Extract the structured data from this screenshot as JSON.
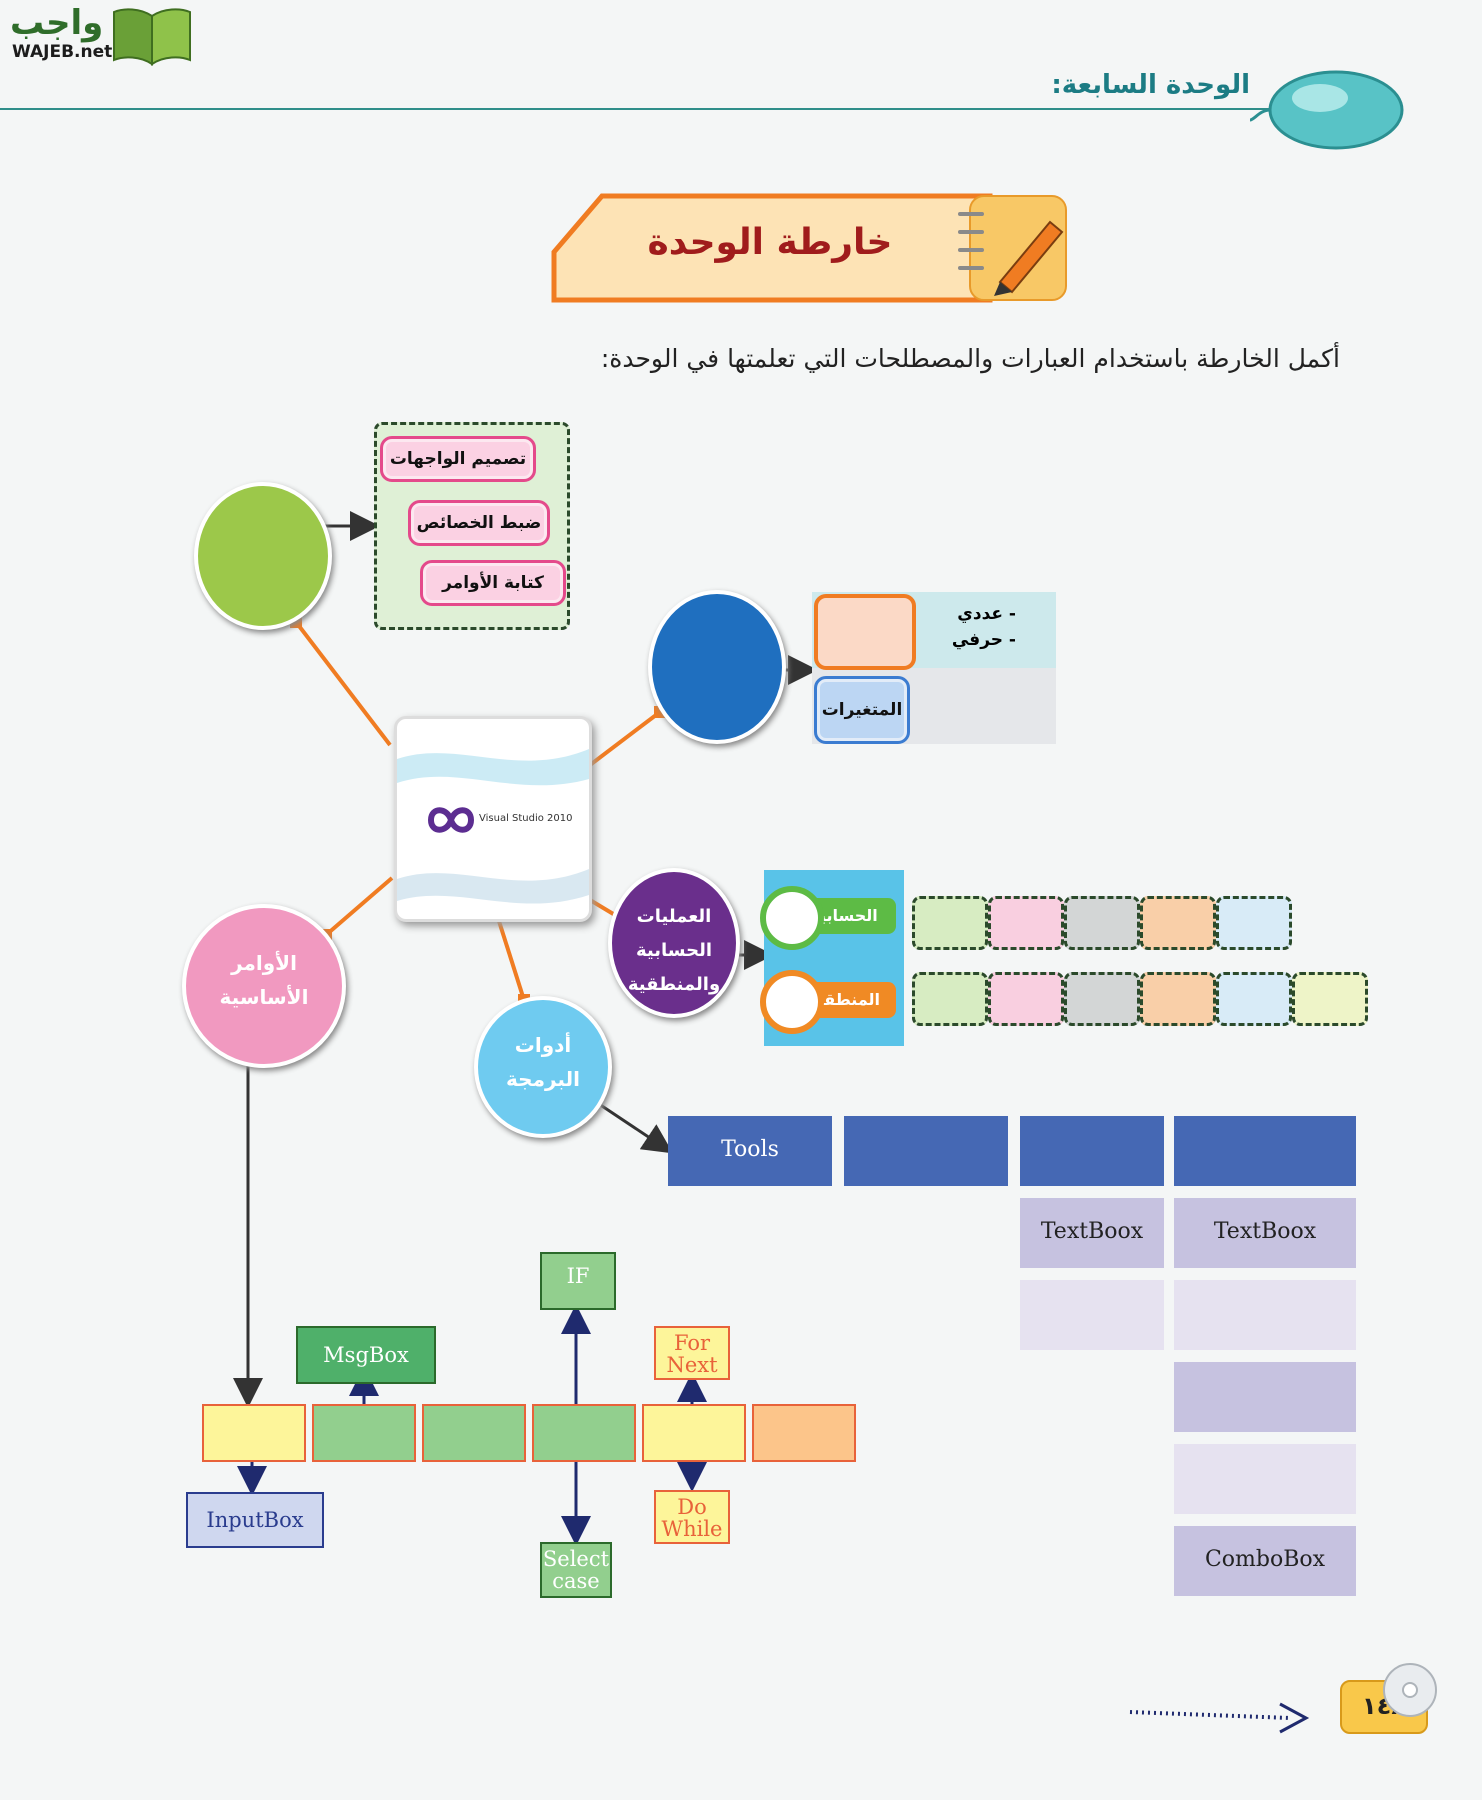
{
  "header": {
    "logo_text": "واجب",
    "logo_sub": "WAJEB.net",
    "unit_title": "الوحدة السابعة:"
  },
  "banner": {
    "title": "خارطة الوحدة"
  },
  "instruction": "أكمل الخارطة باستخدام العبارات والمصطلحات التي تعلمتها في الوحدة:",
  "center": {
    "product_label": "Visual Studio 2010"
  },
  "design_steps": [
    "تصميم الواجهات",
    "ضبط الخصائص",
    "كتابة الأوامر"
  ],
  "variables": {
    "label": "المتغيرات",
    "types": [
      "- عددي",
      "- حرفي"
    ]
  },
  "operations": {
    "circle_label": "العمليات الحسابية والمنطقية",
    "arithmetic": "الحسابية",
    "logical": "المنطقية"
  },
  "basic_commands": {
    "circle_label": "الأوامر الأساسية",
    "inputbox": "InputBox",
    "msgbox": "MsgBox",
    "if": "IF",
    "select_case": "Select case",
    "for_next": "For Next",
    "do_while": "Do While"
  },
  "tools": {
    "circle_label": "أدوات البرمجة",
    "header_tools": "Tools",
    "textbox1": "TextBoox",
    "textbox2": "TextBoox",
    "combobox": "ComboBox"
  },
  "footer": {
    "page_number": "١٤٨"
  },
  "colors": {
    "green_circle": "#9cc84a",
    "blue_circle": "#1f6fbf",
    "purple_circle": "#6a2f8c",
    "pink_circle": "#f199c0",
    "light_blue_circle": "#6fcbf0",
    "connector": "#f07c22",
    "table_blue": "#4568b4"
  }
}
